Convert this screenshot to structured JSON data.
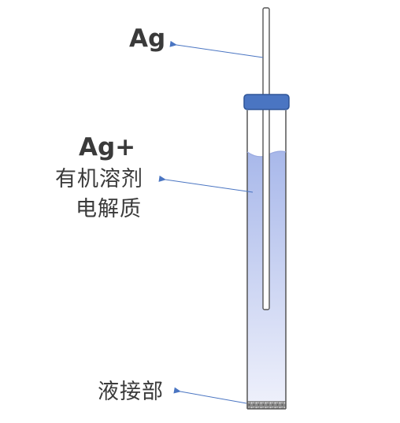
{
  "labels": {
    "silver_electrode": "Ag",
    "silver_ion": "Ag+",
    "organic_solvent": "有机溶剂",
    "electrolyte": "电解质",
    "liquid_junction": "液接部"
  },
  "colors": {
    "cap": "#4a75c2",
    "cap_border": "#2f5597",
    "solution_top": "#a8b8ea",
    "solution_bottom": "#eef0fb",
    "tube_outline": "#555555",
    "arrow": "#4a75c2",
    "text": "#3a3a3a"
  }
}
